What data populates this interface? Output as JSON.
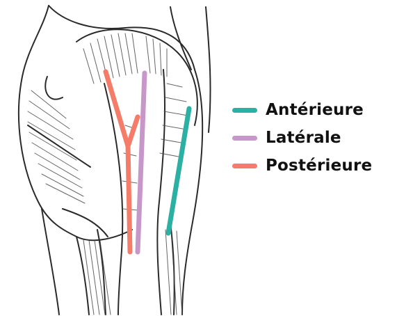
{
  "legend": {
    "items": [
      {
        "label": "Antérieure",
        "color": "#2bb0a3",
        "icon": "teal-line"
      },
      {
        "label": "Latérale",
        "color": "#c897c9",
        "icon": "lilac-line"
      },
      {
        "label": "Postérieure",
        "color": "#f47c68",
        "icon": "salmon-line"
      }
    ]
  },
  "illustration": {
    "subject": "hip and thigh anatomical line drawing",
    "colors": {
      "ink": "#2a2a2a",
      "paper": "#ffffff"
    }
  }
}
